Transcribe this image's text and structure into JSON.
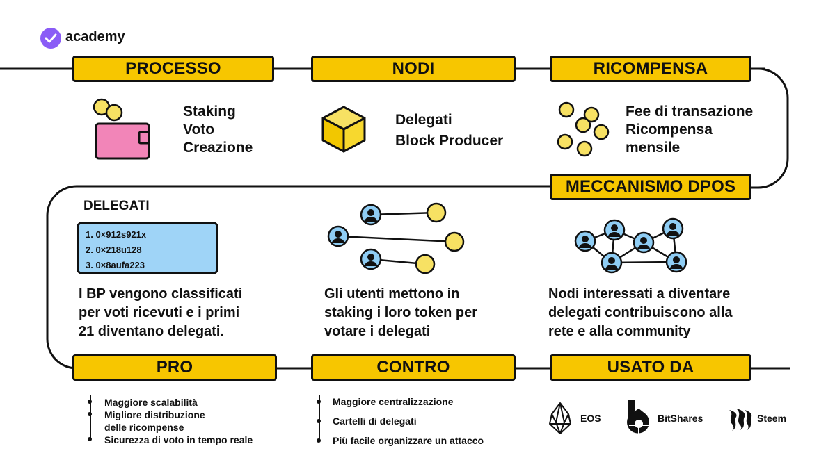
{
  "brand": {
    "name": "academy",
    "accent": "#8a5cf6"
  },
  "colors": {
    "header": "#f7c600",
    "wallet": "#f285b8",
    "coin": "#f7e163",
    "list_box": "#9fd4f7",
    "node": "#8fcdf4"
  },
  "headers": {
    "processo": "PROCESSO",
    "nodi": "NODI",
    "ricompensa": "RICOMPENSA",
    "meccanismo": "MECCANISMO DPOS",
    "pro": "PRO",
    "contro": "CONTRO",
    "usato_da": "USATO DA"
  },
  "processo": {
    "items": [
      "Staking",
      "Voto",
      "Creazione"
    ],
    "icon": "wallet-icon"
  },
  "nodi": {
    "items": [
      "Delegati",
      "Block Producer"
    ],
    "icon": "cube-icon"
  },
  "ricompensa": {
    "items": [
      "Fee di transazione",
      "Ricompensa",
      "mensile"
    ],
    "icon": "coins-icon"
  },
  "delegati": {
    "title": "DELEGATI",
    "list": [
      "1. 0×912s921x",
      "2. 0×218u128",
      "3. 0×8aufa223"
    ],
    "description": [
      "I BP vengono classificati",
      "per voti ricevuti e i primi",
      "21 diventano delegati."
    ]
  },
  "staking": {
    "description": [
      "Gli utenti mettono in",
      "staking i loro token per",
      "votare i delegati"
    ]
  },
  "network": {
    "description": [
      "Nodi interessati a diventare",
      "delegati contribuiscono alla",
      "rete e alla community"
    ]
  },
  "pro": {
    "items": [
      "Maggiore scalabilità",
      "Migliore distribuzione",
      "delle ricompense",
      "Sicurezza di voto in tempo reale"
    ]
  },
  "contro": {
    "items": [
      "Maggiore centralizzazione",
      "Cartelli di delegati",
      "Più facile organizzare un attacco"
    ]
  },
  "usato_da": {
    "logos": [
      {
        "name": "EOS",
        "icon": "eos-logo"
      },
      {
        "name": "BitShares",
        "icon": "bitshares-logo"
      },
      {
        "name": "Steem",
        "icon": "steem-logo"
      }
    ]
  }
}
